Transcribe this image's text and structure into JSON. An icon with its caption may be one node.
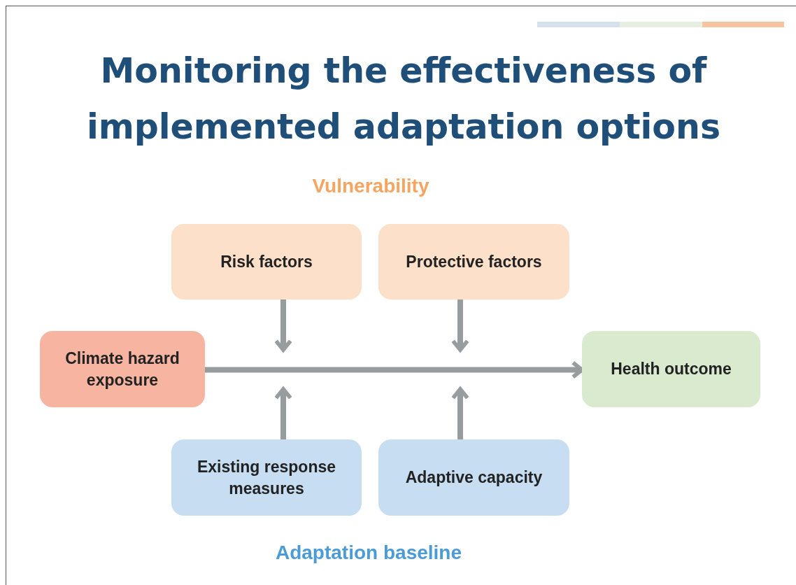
{
  "diagram": {
    "title": "Monitoring the effectiveness of implemented adaptation options",
    "nodes": [
      {
        "text": [
          "Climate hazard exposure"
        ]
      },
      {
        "text": [
          "Risk factors"
        ]
      },
      {
        "text": [
          "Protective factors"
        ]
      },
      {
        "text": [
          "Existing response measures"
        ]
      },
      {
        "text": [
          "Adaptive capacity"
        ]
      },
      {
        "text": [
          "Health outcome"
        ]
      }
    ],
    "edges": [
      {
        "from": 0,
        "to": 5,
        "arrow": "to"
      },
      {
        "from": 1,
        "to": null,
        "arrow": "to"
      },
      {
        "from": 2,
        "to": null,
        "arrow": "to"
      },
      {
        "from": 3,
        "to": null,
        "arrow": "to"
      },
      {
        "from": 4,
        "to": null,
        "arrow": "to"
      }
    ],
    "labels": [
      "Vulnerability",
      "Adaptation baseline"
    ]
  }
}
